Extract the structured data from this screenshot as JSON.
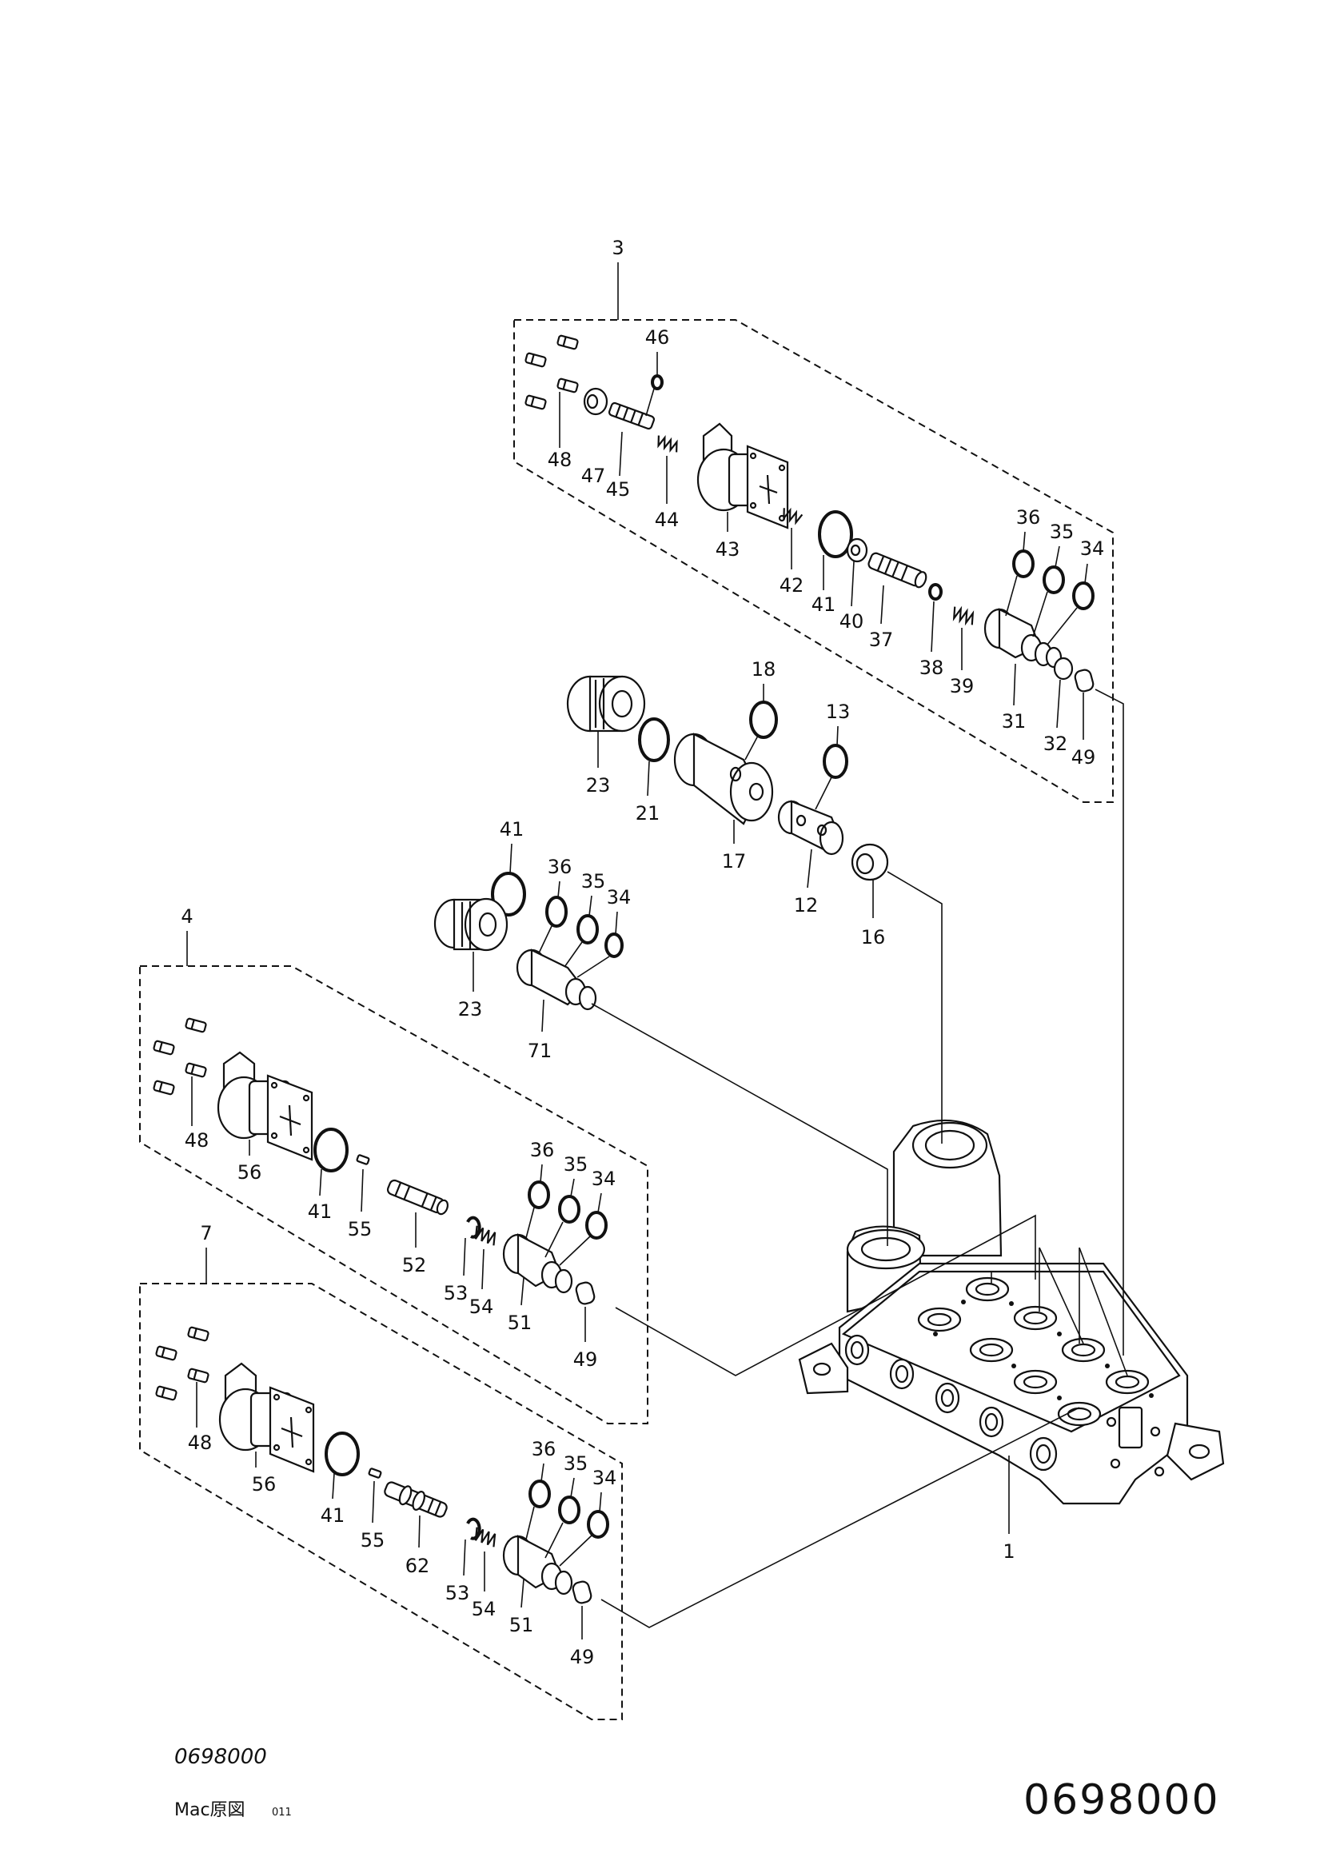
{
  "diagram": {
    "group_labels": {
      "g3": "3",
      "g4": "4",
      "g7": "7"
    },
    "body_label": "1",
    "center_parts": {
      "p12": "12",
      "p13": "13",
      "p16": "16",
      "p17": "17",
      "p18": "18",
      "p21": "21",
      "p23a": "23",
      "p23b": "23",
      "p34": "34",
      "p35": "35",
      "p36": "36",
      "p41": "41",
      "p71": "71"
    },
    "group3_parts": {
      "p31": "31",
      "p32": "32",
      "p34": "34",
      "p35": "35",
      "p36": "36",
      "p37": "37",
      "p38": "38",
      "p39": "39",
      "p40": "40",
      "p41": "41",
      "p42": "42",
      "p43": "43",
      "p44": "44",
      "p45": "45",
      "p46": "46",
      "p47": "47",
      "p48": "48",
      "p49": "49"
    },
    "group4_parts": {
      "p34": "34",
      "p35": "35",
      "p36": "36",
      "p41": "41",
      "p48": "48",
      "p49": "49",
      "p51": "51",
      "p52": "52",
      "p53": "53",
      "p54": "54",
      "p55": "55",
      "p56": "56"
    },
    "group7_parts": {
      "p34": "34",
      "p35": "35",
      "p36": "36",
      "p41": "41",
      "p48": "48",
      "p49": "49",
      "p51": "51",
      "p53": "53",
      "p54": "54",
      "p55": "55",
      "p56": "56",
      "p62": "62"
    }
  },
  "footer": {
    "ref_small": "0698000",
    "mac_label": "Mac原図",
    "mac_code": "011",
    "ref_large": "0698000"
  }
}
